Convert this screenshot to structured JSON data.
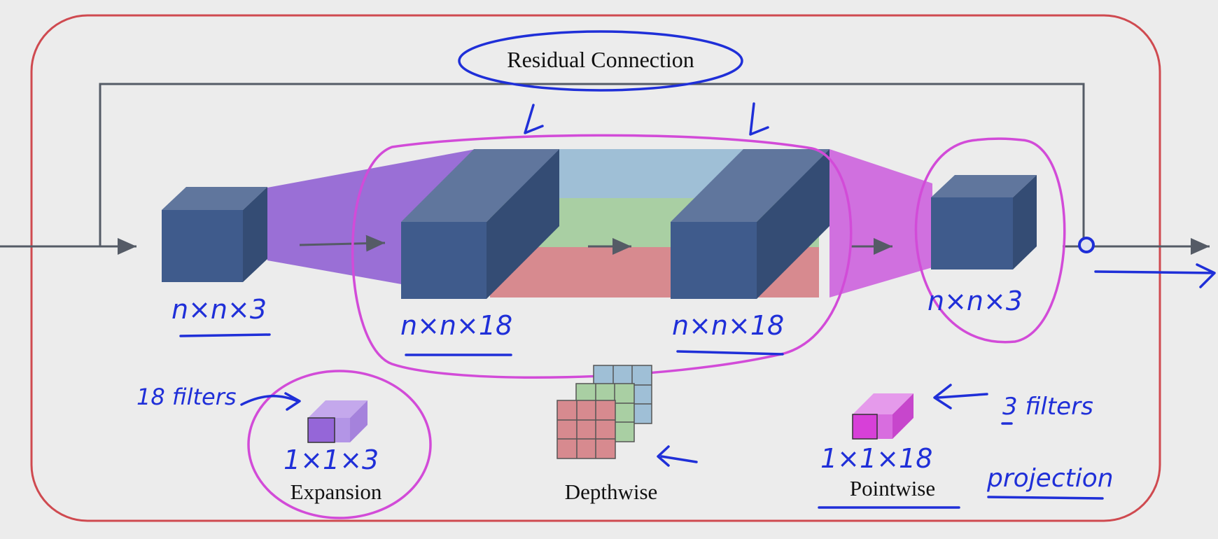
{
  "residual_label": "Residual Connection",
  "shapes": {
    "input": "n×n×3",
    "expanded": "n×n×18",
    "depthwise_out": "n×n×18",
    "output": "n×n×3"
  },
  "filters": {
    "expansion": {
      "note": "18 filters",
      "size": "1×1×3",
      "label": "Expansion"
    },
    "depthwise": {
      "label": "Depthwise"
    },
    "pointwise": {
      "note": "3 filters",
      "size": "1×1×18",
      "label": "Pointwise",
      "extra": "projection"
    }
  },
  "colors": {
    "frame": "#cf4a50",
    "block_front": "#3f5b8c",
    "block_top": "#60769d",
    "block_side": "#344c74",
    "expansion_fan": "#9a6fd6",
    "projection_fan": "#d070df",
    "depth_top": "#9fbfd6",
    "depth_mid": "#a9cfa3",
    "depth_bottom": "#d78a8f",
    "handwriting": "#1f2fd8",
    "highlight": "#d24bd8"
  }
}
